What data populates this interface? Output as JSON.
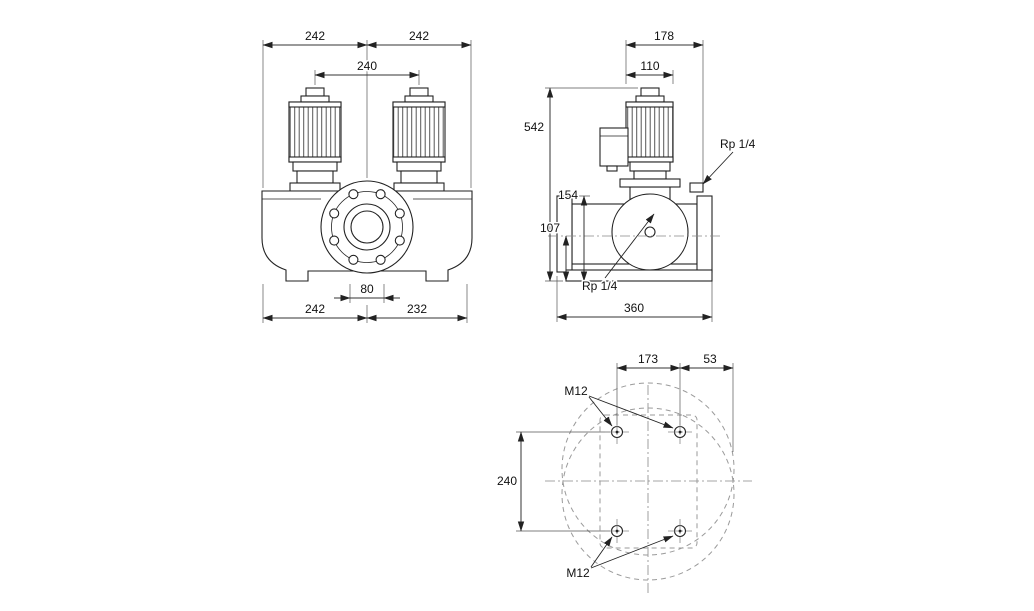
{
  "front": {
    "dims": {
      "top_left": "242",
      "top_right": "242",
      "motor_spacing": "240",
      "port_bore": "80",
      "bottom_left": "242",
      "bottom_right": "232"
    }
  },
  "side": {
    "dims": {
      "overall_depth": "178",
      "motor_width": "110",
      "overall_height": "542",
      "flange_height": "154",
      "port_center_height": "107",
      "port_to_port": "360"
    },
    "labels": {
      "vent_port": "Rp 1/4",
      "drain_port": "Rp 1/4"
    }
  },
  "bottom": {
    "dims": {
      "bolt_spacing_x": "173",
      "bolt_edge_offset": "53",
      "bolt_spacing_y": "240"
    },
    "labels": {
      "bolt_top": "M12",
      "bolt_bottom": "M12"
    }
  },
  "colors": {
    "object_line": "#222222",
    "dimension_line": "#333333",
    "centerline": "#888888",
    "hidden_outline": "#9a9a9a"
  }
}
